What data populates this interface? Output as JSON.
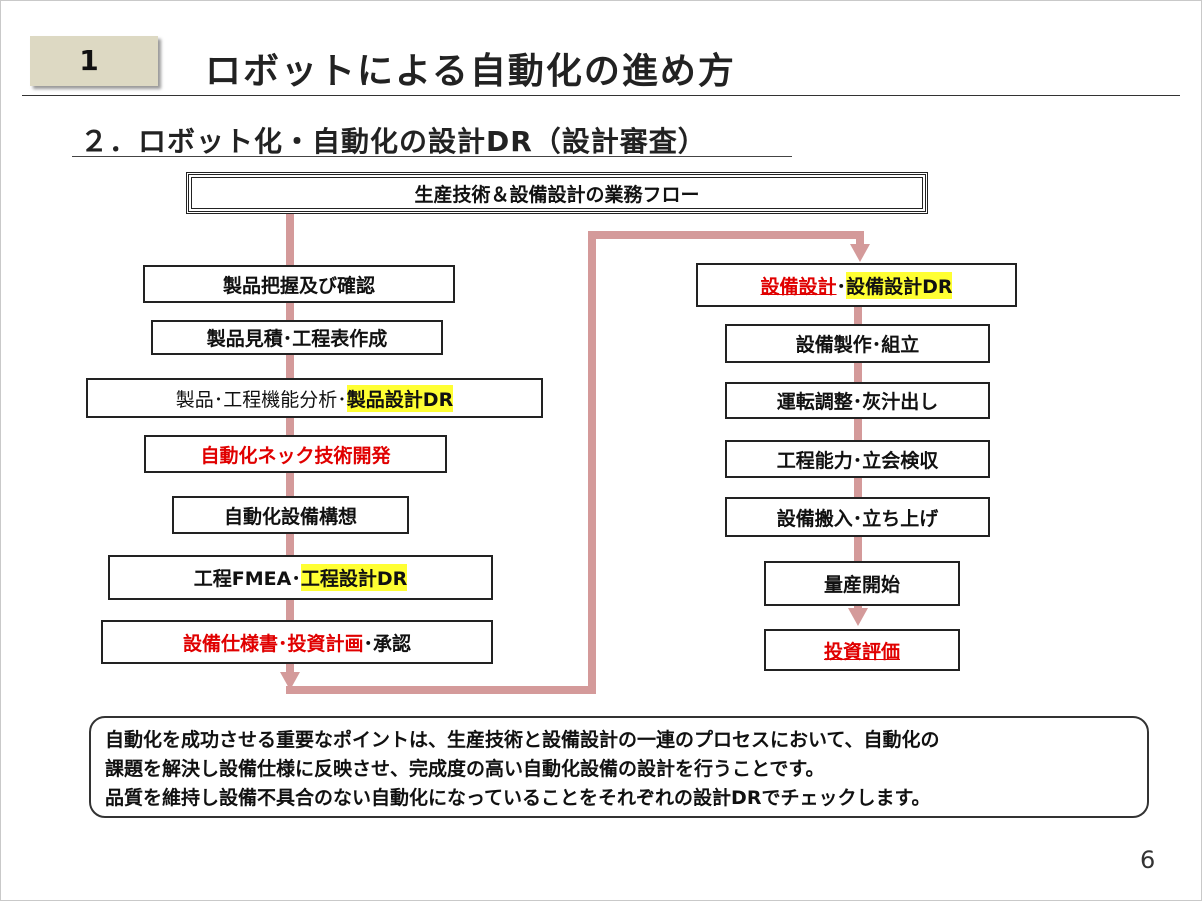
{
  "slide": {
    "section_number": "1",
    "title": "ロボットによる自動化の進め方",
    "subtitle": "２．ロボット化・自動化の設計DR（設計審査）",
    "page_number": "6"
  },
  "flow": {
    "header": "生産技術＆設備設計の業務フロー",
    "left_column": {
      "step1": "製品把握及び確認",
      "step2": "製品見積･工程表作成",
      "step3_plain": "製品･工程機能分析･",
      "step3_highlight": "製品設計DR",
      "step4": "自動化ネック技術開発",
      "step5": "自動化設備構想",
      "step6_plain": "工程FMEA･",
      "step6_highlight": "工程設計DR",
      "step7_red": "設備仕様書･投資計画",
      "step7_plain": "･承認"
    },
    "right_column": {
      "step1_red": "設備設計",
      "step1_sep": "･",
      "step1_highlight": "設備設計DR",
      "step2": "設備製作･組立",
      "step3": "運転調整･灰汁出し",
      "step4": "工程能力･立会検収",
      "step5": "設備搬入･立ち上げ",
      "step6": "量産開始",
      "step7": "投資評価"
    }
  },
  "summary": {
    "line1": "自動化を成功させる重要なポイントは、生産技術と設備設計の一連のプロセスにおいて、自動化の",
    "line2": "課題を解決し設備仕様に反映させ、完成度の高い自動化設備の設計を行うことです。",
    "line3": "品質を維持し設備不具合のない自動化になっていることをそれぞれの設計DRでチェックします。"
  },
  "colors": {
    "flow_line": "#d49a9a",
    "highlight": "#ffff33",
    "emphasis_red": "#e00000",
    "badge": "#ddd9c3"
  }
}
